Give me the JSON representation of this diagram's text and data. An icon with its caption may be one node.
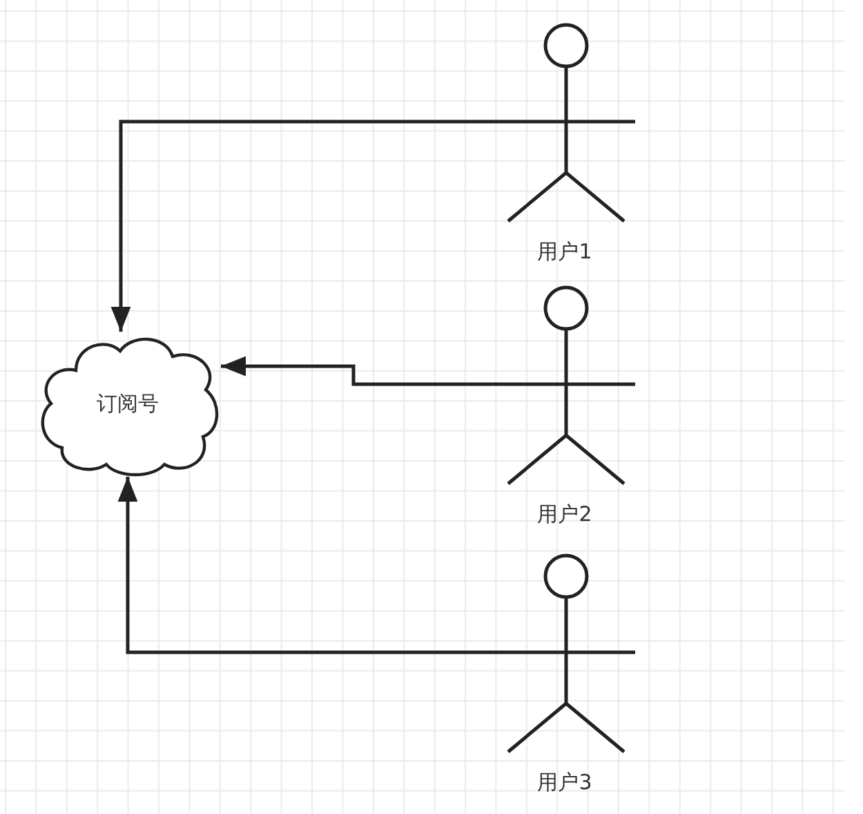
{
  "diagram": {
    "nodes": [
      {
        "text": [
          "订阅号"
        ]
      },
      {
        "text": [
          "用户1"
        ]
      },
      {
        "text": [
          "用户2"
        ]
      },
      {
        "text": [
          "用户3"
        ]
      }
    ],
    "edges": [
      {
        "from": 1,
        "to": 0,
        "arrow": "to"
      },
      {
        "from": 2,
        "to": 0,
        "arrow": "to"
      },
      {
        "from": 3,
        "to": 0,
        "arrow": "to"
      }
    ]
  }
}
